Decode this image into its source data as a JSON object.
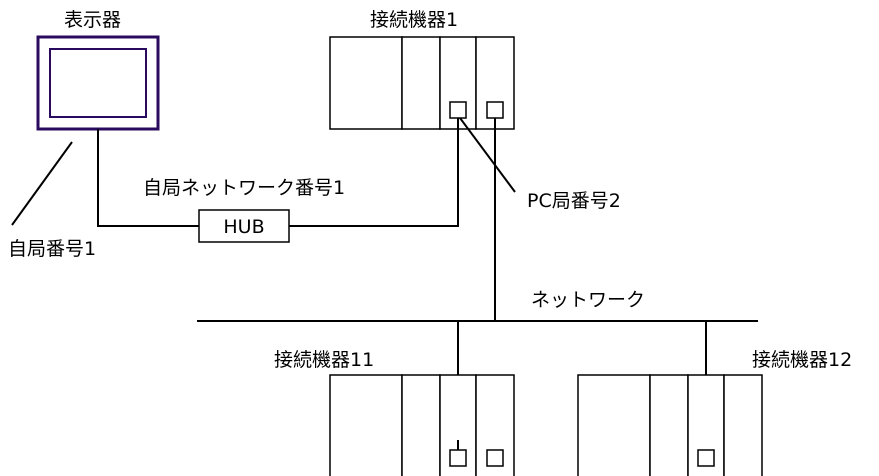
{
  "labels": {
    "display": "表示器",
    "device1": "接続機器1",
    "own_network": "自局ネットワーク番号1",
    "pc_station": "PC局番号2",
    "own_station": "自局番号1",
    "hub": "HUB",
    "network": "ネットワーク",
    "device11": "接続機器11",
    "device12": "接続機器12"
  },
  "colors": {
    "display_frame": "#2a0a5e",
    "line": "#000000"
  }
}
